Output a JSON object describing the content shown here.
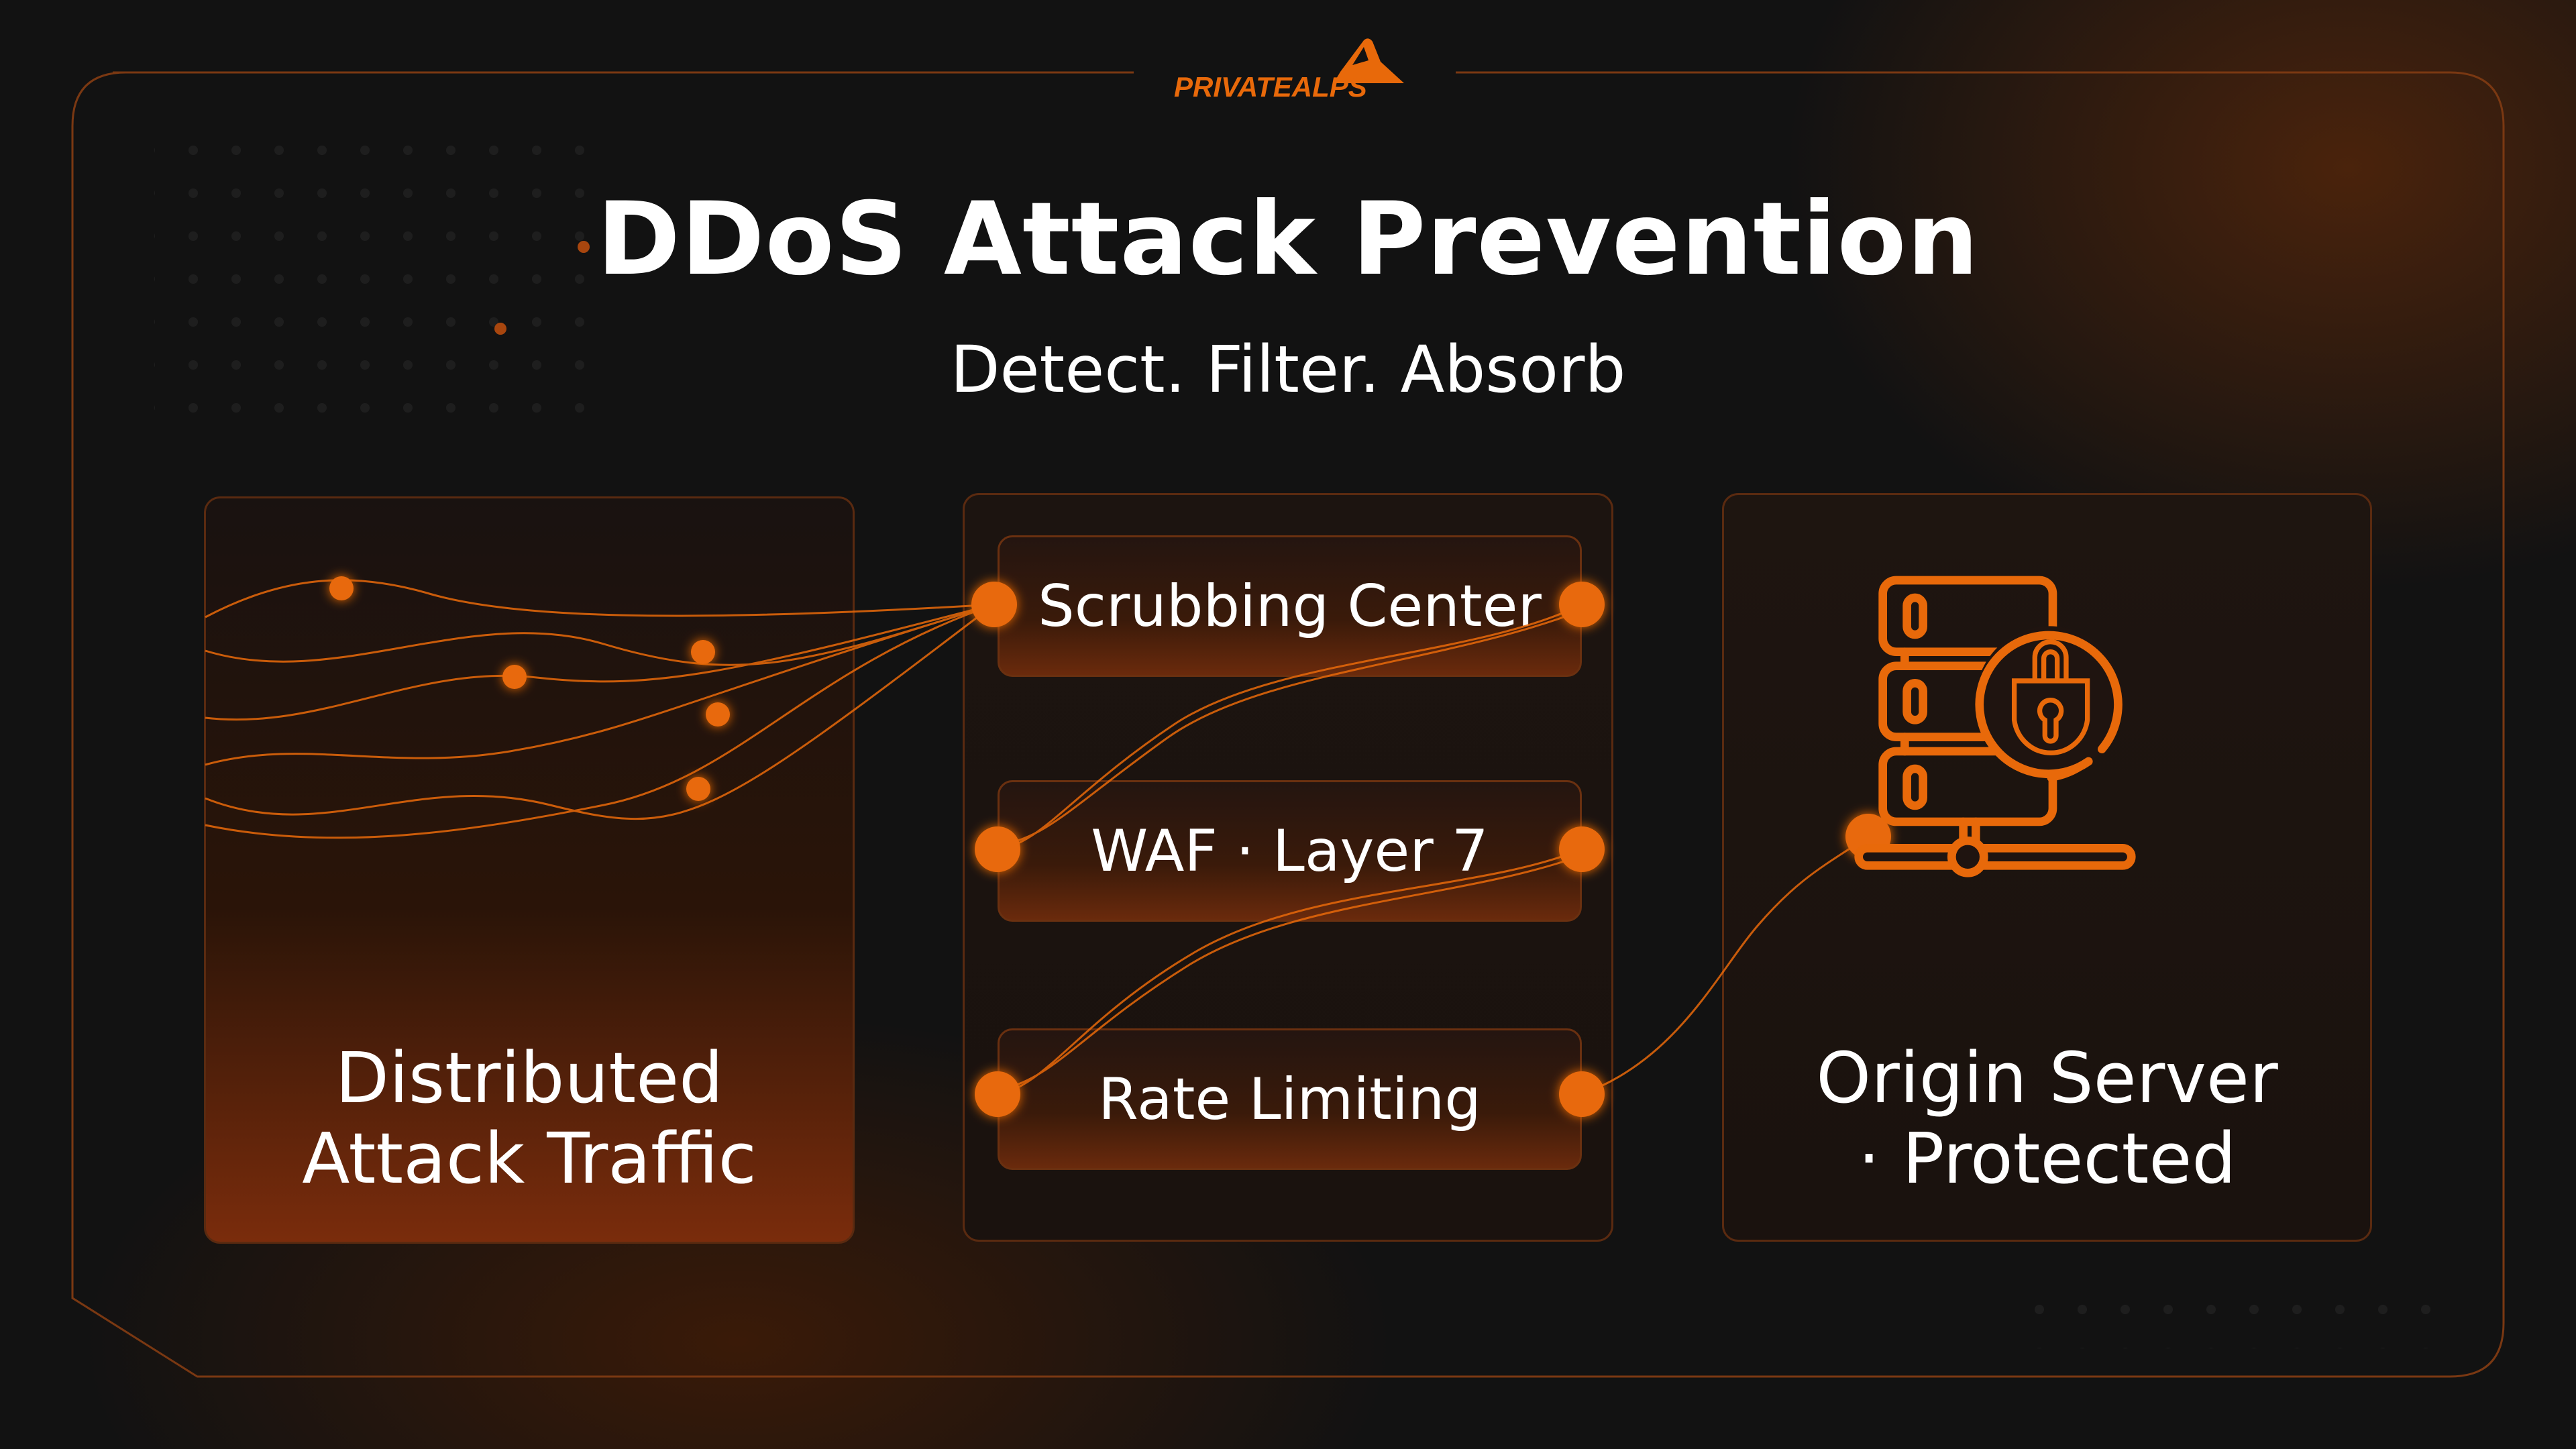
{
  "logo": {
    "text": "PRIVATEALPS"
  },
  "title": "DDoS Attack Prevention",
  "subtitle": "Detect. Filter. Absorb",
  "panels": {
    "source": {
      "line1": "Distributed",
      "line2": "Attack Traffic"
    },
    "stages": [
      {
        "label": "Scrubbing Center"
      },
      {
        "label": "WAF · Layer 7"
      },
      {
        "label": "Rate Limiting"
      }
    ],
    "destination": {
      "line1": "Origin Server",
      "line2": "· Protected",
      "icon": "server-lock-icon"
    }
  },
  "colors": {
    "accent": "#e8690a",
    "background": "#121212",
    "border": "#7a3812"
  }
}
